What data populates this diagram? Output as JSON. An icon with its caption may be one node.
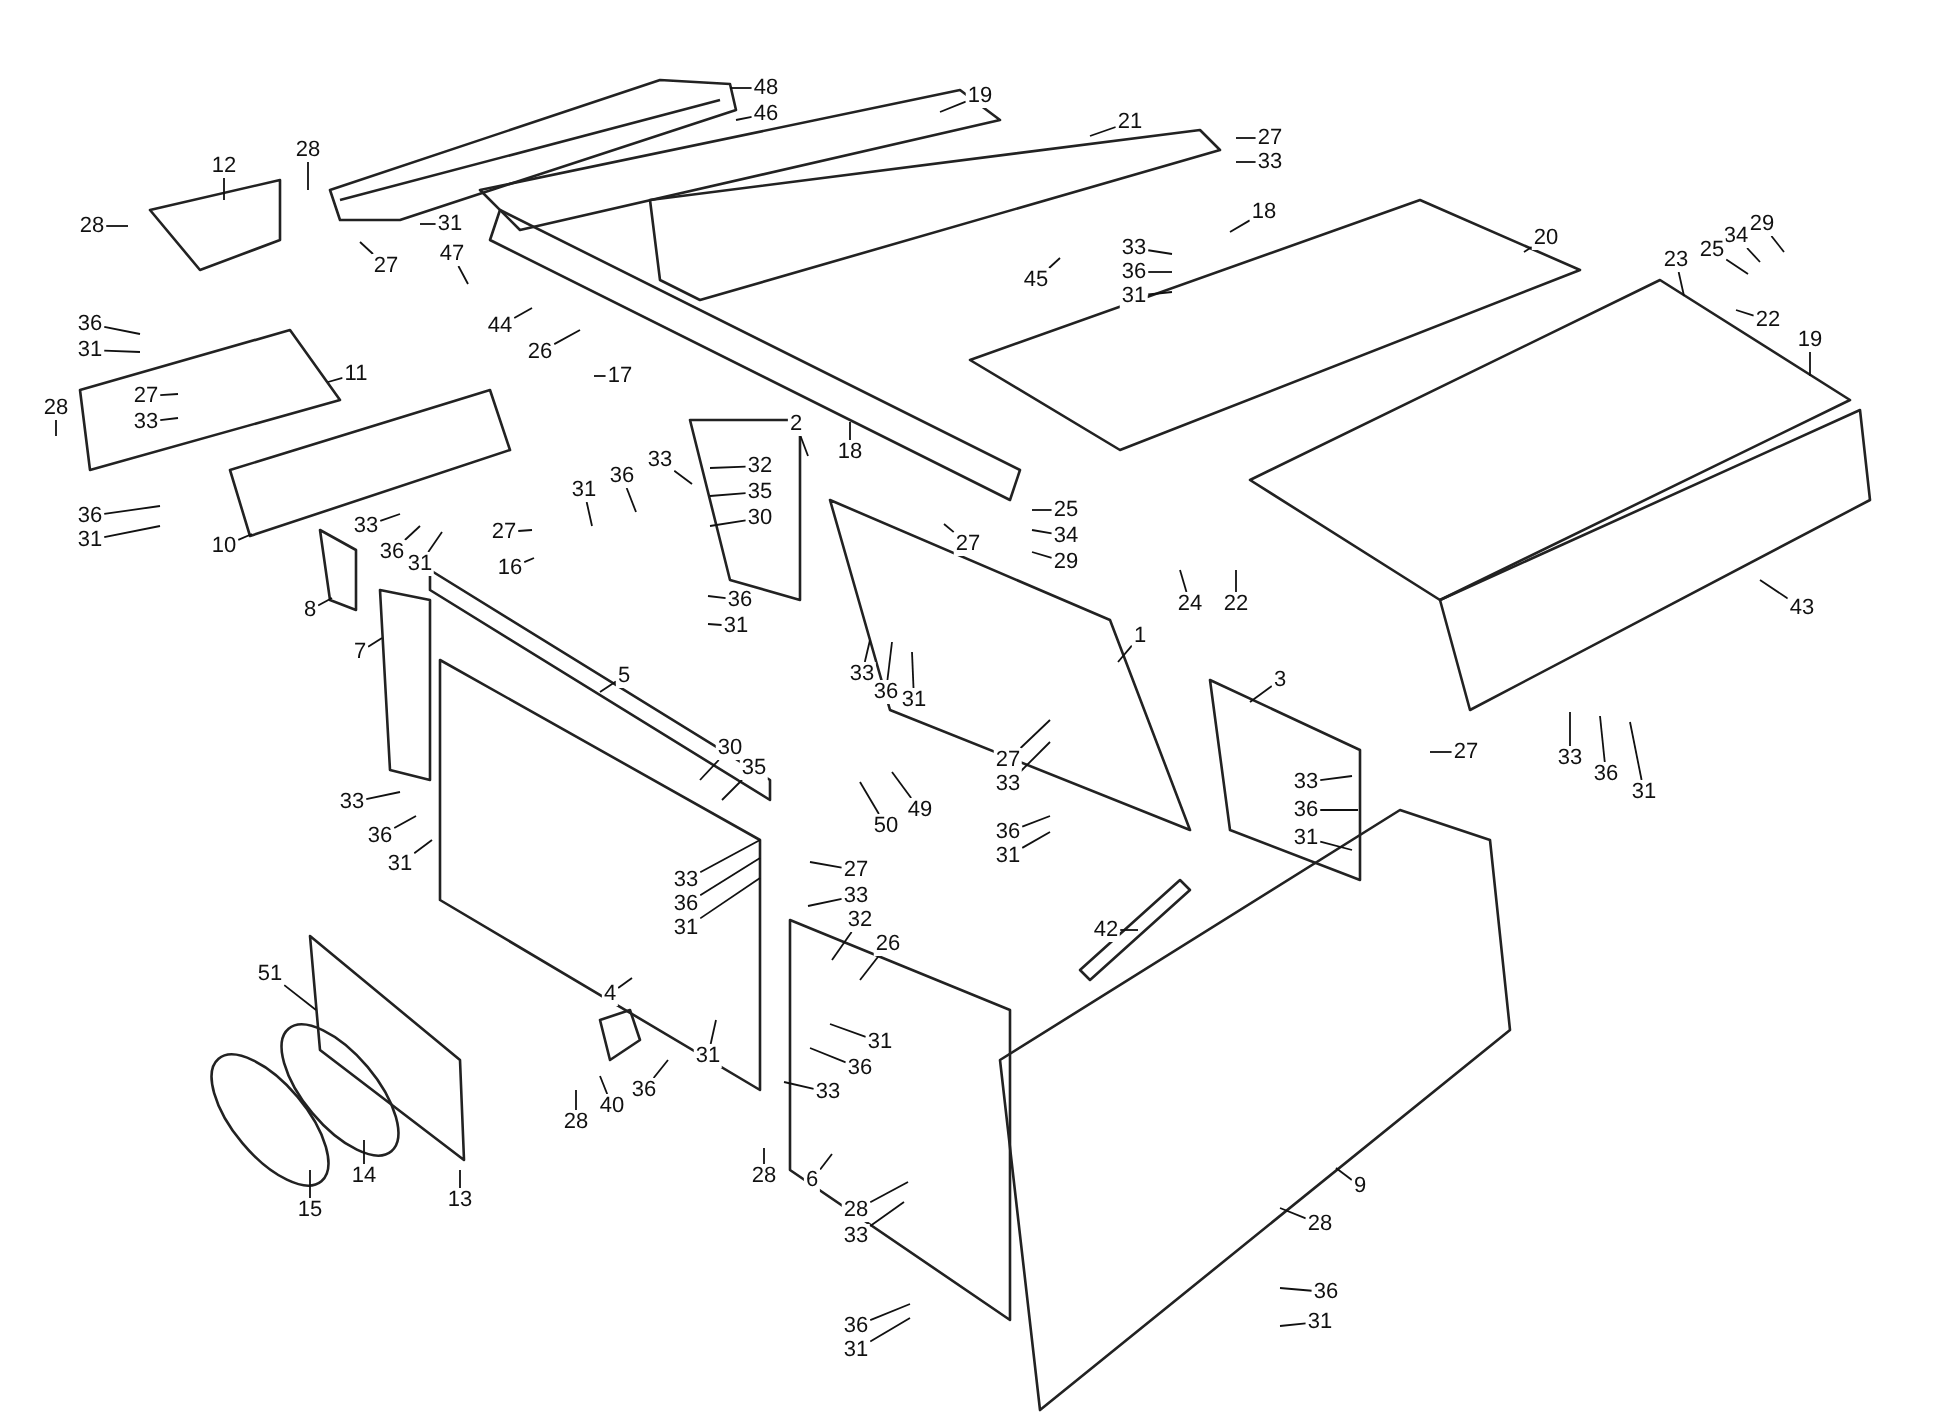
{
  "diagram": {
    "nodes": [
      {
        "text": [
          "48"
        ]
      },
      {
        "text": [
          "46"
        ]
      },
      {
        "text": [
          "19"
        ]
      },
      {
        "text": [
          "21"
        ]
      },
      {
        "text": [
          "27"
        ]
      },
      {
        "text": [
          "33"
        ]
      },
      {
        "text": [
          "12"
        ]
      },
      {
        "text": [
          "28"
        ]
      },
      {
        "text": [
          "28"
        ]
      },
      {
        "text": [
          "31"
        ]
      },
      {
        "text": [
          "47"
        ]
      },
      {
        "text": [
          "27"
        ]
      },
      {
        "text": [
          "18"
        ]
      },
      {
        "text": [
          "20"
        ]
      },
      {
        "text": [
          "45"
        ]
      },
      {
        "text": [
          "33"
        ]
      },
      {
        "text": [
          "36"
        ]
      },
      {
        "text": [
          "31"
        ]
      },
      {
        "text": [
          "29"
        ]
      },
      {
        "text": [
          "34"
        ]
      },
      {
        "text": [
          "25"
        ]
      },
      {
        "text": [
          "23"
        ]
      },
      {
        "text": [
          "22"
        ]
      },
      {
        "text": [
          "19"
        ]
      },
      {
        "text": [
          "44"
        ]
      },
      {
        "text": [
          "26"
        ]
      },
      {
        "text": [
          "17"
        ]
      },
      {
        "text": [
          "36"
        ]
      },
      {
        "text": [
          "31"
        ]
      },
      {
        "text": [
          "11"
        ]
      },
      {
        "text": [
          "27"
        ]
      },
      {
        "text": [
          "33"
        ]
      },
      {
        "text": [
          "28"
        ]
      },
      {
        "text": [
          "2"
        ]
      },
      {
        "text": [
          "18"
        ]
      },
      {
        "text": [
          "33"
        ]
      },
      {
        "text": [
          "36"
        ]
      },
      {
        "text": [
          "31"
        ]
      },
      {
        "text": [
          "32"
        ]
      },
      {
        "text": [
          "35"
        ]
      },
      {
        "text": [
          "30"
        ]
      },
      {
        "text": [
          "25"
        ]
      },
      {
        "text": [
          "34"
        ]
      },
      {
        "text": [
          "29"
        ]
      },
      {
        "text": [
          "27"
        ]
      },
      {
        "text": [
          "24"
        ]
      },
      {
        "text": [
          "22"
        ]
      },
      {
        "text": [
          "43"
        ]
      },
      {
        "text": [
          "36"
        ]
      },
      {
        "text": [
          "31"
        ]
      },
      {
        "text": [
          "10"
        ]
      },
      {
        "text": [
          "33"
        ]
      },
      {
        "text": [
          "36"
        ]
      },
      {
        "text": [
          "31"
        ]
      },
      {
        "text": [
          "27"
        ]
      },
      {
        "text": [
          "16"
        ]
      },
      {
        "text": [
          "8"
        ]
      },
      {
        "text": [
          "7"
        ]
      },
      {
        "text": [
          "36"
        ]
      },
      {
        "text": [
          "31"
        ]
      },
      {
        "text": [
          "1"
        ]
      },
      {
        "text": [
          "5"
        ]
      },
      {
        "text": [
          "33"
        ]
      },
      {
        "text": [
          "36"
        ]
      },
      {
        "text": [
          "31"
        ]
      },
      {
        "text": [
          "3"
        ]
      },
      {
        "text": [
          "33"
        ]
      },
      {
        "text": [
          "36"
        ]
      },
      {
        "text": [
          "31"
        ]
      },
      {
        "text": [
          "27"
        ]
      },
      {
        "text": [
          "33"
        ]
      },
      {
        "text": [
          "36"
        ]
      },
      {
        "text": [
          "31"
        ]
      },
      {
        "text": [
          "27"
        ]
      },
      {
        "text": [
          "33"
        ]
      },
      {
        "text": [
          "36"
        ]
      },
      {
        "text": [
          "31"
        ]
      },
      {
        "text": [
          "33"
        ]
      },
      {
        "text": [
          "36"
        ]
      },
      {
        "text": [
          "31"
        ]
      },
      {
        "text": [
          "30"
        ]
      },
      {
        "text": [
          "35"
        ]
      },
      {
        "text": [
          "50"
        ]
      },
      {
        "text": [
          "49"
        ]
      },
      {
        "text": [
          "33"
        ]
      },
      {
        "text": [
          "36"
        ]
      },
      {
        "text": [
          "31"
        ]
      },
      {
        "text": [
          "27"
        ]
      },
      {
        "text": [
          "33"
        ]
      },
      {
        "text": [
          "32"
        ]
      },
      {
        "text": [
          "26"
        ]
      },
      {
        "text": [
          "42"
        ]
      },
      {
        "text": [
          "4"
        ]
      },
      {
        "text": [
          "51"
        ]
      },
      {
        "text": [
          "31"
        ]
      },
      {
        "text": [
          "36"
        ]
      },
      {
        "text": [
          "33"
        ]
      },
      {
        "text": [
          "40"
        ]
      },
      {
        "text": [
          "36"
        ]
      },
      {
        "text": [
          "31"
        ]
      },
      {
        "text": [
          "28"
        ]
      },
      {
        "text": [
          "15"
        ]
      },
      {
        "text": [
          "14"
        ]
      },
      {
        "text": [
          "13"
        ]
      },
      {
        "text": [
          "28"
        ]
      },
      {
        "text": [
          "6"
        ]
      },
      {
        "text": [
          "9"
        ]
      },
      {
        "text": [
          "28"
        ]
      },
      {
        "text": [
          "33"
        ]
      },
      {
        "text": [
          "28"
        ]
      },
      {
        "text": [
          "36"
        ]
      },
      {
        "text": [
          "31"
        ]
      },
      {
        "text": [
          "36"
        ]
      },
      {
        "text": [
          "31"
        ]
      }
    ],
    "edges": [
      {
        "from": 0,
        "to": null,
        "arrow": "none"
      },
      {
        "from": 1,
        "to": null,
        "arrow": "none"
      },
      {
        "from": 2,
        "to": null,
        "arrow": "none"
      },
      {
        "from": 3,
        "to": null,
        "arrow": "none"
      },
      {
        "from": 4,
        "to": null,
        "arrow": "none"
      },
      {
        "from": 5,
        "to": null,
        "arrow": "none"
      },
      {
        "from": 6,
        "to": null,
        "arrow": "none"
      },
      {
        "from": 7,
        "to": null,
        "arrow": "none"
      },
      {
        "from": 8,
        "to": null,
        "arrow": "none"
      },
      {
        "from": 9,
        "to": null,
        "arrow": "none"
      },
      {
        "from": 10,
        "to": null,
        "arrow": "none"
      },
      {
        "from": 11,
        "to": null,
        "arrow": "none"
      },
      {
        "from": 12,
        "to": null,
        "arrow": "none"
      },
      {
        "from": 13,
        "to": null,
        "arrow": "none"
      },
      {
        "from": 14,
        "to": null,
        "arrow": "none"
      },
      {
        "from": 15,
        "to": null,
        "arrow": "none"
      },
      {
        "from": 16,
        "to": null,
        "arrow": "none"
      },
      {
        "from": 17,
        "to": null,
        "arrow": "none"
      },
      {
        "from": 18,
        "to": null,
        "arrow": "none"
      },
      {
        "from": 19,
        "to": null,
        "arrow": "none"
      },
      {
        "from": 20,
        "to": null,
        "arrow": "none"
      },
      {
        "from": 21,
        "to": null,
        "arrow": "none"
      },
      {
        "from": 22,
        "to": null,
        "arrow": "none"
      },
      {
        "from": 23,
        "to": null,
        "arrow": "none"
      },
      {
        "from": 24,
        "to": null,
        "arrow": "none"
      },
      {
        "from": 25,
        "to": null,
        "arrow": "none"
      },
      {
        "from": 26,
        "to": null,
        "arrow": "none"
      },
      {
        "from": 27,
        "to": null,
        "arrow": "none"
      },
      {
        "from": 28,
        "to": null,
        "arrow": "none"
      },
      {
        "from": 29,
        "to": null,
        "arrow": "none"
      },
      {
        "from": 30,
        "to": null,
        "arrow": "none"
      },
      {
        "from": 31,
        "to": null,
        "arrow": "none"
      },
      {
        "from": 32,
        "to": null,
        "arrow": "none"
      },
      {
        "from": 33,
        "to": null,
        "arrow": "none"
      },
      {
        "from": 34,
        "to": null,
        "arrow": "none"
      },
      {
        "from": 35,
        "to": null,
        "arrow": "none"
      },
      {
        "from": 36,
        "to": null,
        "arrow": "none"
      },
      {
        "from": 37,
        "to": null,
        "arrow": "none"
      },
      {
        "from": 38,
        "to": null,
        "arrow": "none"
      },
      {
        "from": 39,
        "to": null,
        "arrow": "none"
      },
      {
        "from": 40,
        "to": null,
        "arrow": "none"
      },
      {
        "from": 41,
        "to": null,
        "arrow": "none"
      },
      {
        "from": 42,
        "to": null,
        "arrow": "none"
      },
      {
        "from": 43,
        "to": null,
        "arrow": "none"
      },
      {
        "from": 44,
        "to": null,
        "arrow": "none"
      },
      {
        "from": 45,
        "to": null,
        "arrow": "none"
      },
      {
        "from": 46,
        "to": null,
        "arrow": "none"
      },
      {
        "from": 47,
        "to": null,
        "arrow": "none"
      },
      {
        "from": 48,
        "to": null,
        "arrow": "none"
      },
      {
        "from": 49,
        "to": null,
        "arrow": "none"
      },
      {
        "from": 50,
        "to": null,
        "arrow": "none"
      },
      {
        "from": 51,
        "to": null,
        "arrow": "none"
      },
      {
        "from": 52,
        "to": null,
        "arrow": "none"
      },
      {
        "from": 53,
        "to": null,
        "arrow": "none"
      },
      {
        "from": 54,
        "to": null,
        "arrow": "none"
      },
      {
        "from": 55,
        "to": null,
        "arrow": "none"
      },
      {
        "from": 56,
        "to": null,
        "arrow": "none"
      },
      {
        "from": 57,
        "to": null,
        "arrow": "none"
      },
      {
        "from": 58,
        "to": null,
        "arrow": "none"
      },
      {
        "from": 59,
        "to": null,
        "arrow": "none"
      },
      {
        "from": 60,
        "to": null,
        "arrow": "none"
      },
      {
        "from": 61,
        "to": null,
        "arrow": "none"
      },
      {
        "from": 62,
        "to": null,
        "arrow": "none"
      },
      {
        "from": 63,
        "to": null,
        "arrow": "none"
      },
      {
        "from": 64,
        "to": null,
        "arrow": "none"
      },
      {
        "from": 65,
        "to": null,
        "arrow": "none"
      },
      {
        "from": 66,
        "to": null,
        "arrow": "none"
      },
      {
        "from": 67,
        "to": null,
        "arrow": "none"
      },
      {
        "from": 68,
        "to": null,
        "arrow": "none"
      },
      {
        "from": 69,
        "to": null,
        "arrow": "none"
      },
      {
        "from": 70,
        "to": null,
        "arrow": "none"
      },
      {
        "from": 71,
        "to": null,
        "arrow": "none"
      },
      {
        "from": 72,
        "to": null,
        "arrow": "none"
      },
      {
        "from": 73,
        "to": null,
        "arrow": "none"
      },
      {
        "from": 74,
        "to": null,
        "arrow": "none"
      },
      {
        "from": 75,
        "to": null,
        "arrow": "none"
      },
      {
        "from": 76,
        "to": null,
        "arrow": "none"
      },
      {
        "from": 77,
        "to": null,
        "arrow": "none"
      },
      {
        "from": 78,
        "to": null,
        "arrow": "none"
      },
      {
        "from": 79,
        "to": null,
        "arrow": "none"
      },
      {
        "from": 80,
        "to": null,
        "arrow": "none"
      },
      {
        "from": 81,
        "to": null,
        "arrow": "none"
      },
      {
        "from": 82,
        "to": null,
        "arrow": "none"
      },
      {
        "from": 83,
        "to": null,
        "arrow": "none"
      },
      {
        "from": 84,
        "to": null,
        "arrow": "none"
      },
      {
        "from": 85,
        "to": null,
        "arrow": "none"
      },
      {
        "from": 86,
        "to": null,
        "arrow": "none"
      },
      {
        "from": 87,
        "to": null,
        "arrow": "none"
      },
      {
        "from": 88,
        "to": null,
        "arrow": "none"
      },
      {
        "from": 89,
        "to": null,
        "arrow": "none"
      },
      {
        "from": 90,
        "to": null,
        "arrow": "none"
      },
      {
        "from": 91,
        "to": null,
        "arrow": "none"
      },
      {
        "from": 92,
        "to": null,
        "arrow": "none"
      },
      {
        "from": 93,
        "to": null,
        "arrow": "none"
      },
      {
        "from": 94,
        "to": null,
        "arrow": "none"
      },
      {
        "from": 95,
        "to": null,
        "arrow": "none"
      },
      {
        "from": 96,
        "to": null,
        "arrow": "none"
      },
      {
        "from": 97,
        "to": null,
        "arrow": "none"
      },
      {
        "from": 98,
        "to": null,
        "arrow": "none"
      },
      {
        "from": 99,
        "to": null,
        "arrow": "none"
      },
      {
        "from": 100,
        "to": null,
        "arrow": "none"
      },
      {
        "from": 101,
        "to": null,
        "arrow": "none"
      },
      {
        "from": 102,
        "to": null,
        "arrow": "none"
      },
      {
        "from": 103,
        "to": null,
        "arrow": "none"
      },
      {
        "from": 104,
        "to": null,
        "arrow": "none"
      },
      {
        "from": 105,
        "to": null,
        "arrow": "none"
      },
      {
        "from": 106,
        "to": null,
        "arrow": "none"
      },
      {
        "from": 107,
        "to": null,
        "arrow": "none"
      },
      {
        "from": 108,
        "to": null,
        "arrow": "none"
      },
      {
        "from": 109,
        "to": null,
        "arrow": "none"
      },
      {
        "from": 110,
        "to": null,
        "arrow": "none"
      },
      {
        "from": 111,
        "to": null,
        "arrow": "none"
      },
      {
        "from": 112,
        "to": null,
        "arrow": "none"
      },
      {
        "from": 113,
        "to": null,
        "arrow": "none"
      }
    ]
  }
}
